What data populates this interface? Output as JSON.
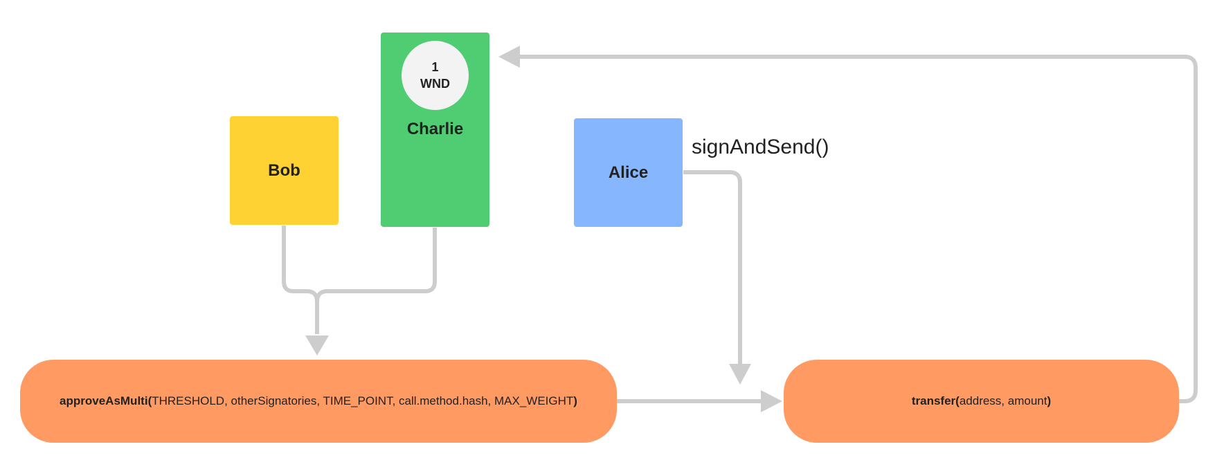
{
  "colors": {
    "bob": "#fed233",
    "charlie": "#50cc72",
    "alice": "#86b6fd",
    "pill": "#ff9a63",
    "token_badge": "#f3f3f3",
    "arrow": "#cdcdcd",
    "text": "#222222"
  },
  "nodes": {
    "bob": {
      "label": "Bob"
    },
    "charlie": {
      "label": "Charlie",
      "token": {
        "amount": "1",
        "unit": "WND"
      }
    },
    "alice": {
      "label": "Alice"
    }
  },
  "calls": {
    "approve": {
      "name": "approveAsMulti",
      "open": "(",
      "args": "THRESHOLD, otherSignatories, TIME_POINT, call.method.hash, MAX_WEIGHT",
      "close": ")"
    },
    "transfer": {
      "name": "transfer",
      "open": "(",
      "args": "address, amount",
      "close": ")"
    }
  },
  "edge_labels": {
    "alice_to_transfer": "signAndSend()"
  },
  "edges": [
    {
      "from": "bob",
      "to": "approveAsMulti"
    },
    {
      "from": "charlie",
      "to": "approveAsMulti"
    },
    {
      "from": "alice",
      "to": "transfer"
    },
    {
      "from": "approveAsMulti",
      "to": "transfer"
    },
    {
      "from": "transfer",
      "to": "charlie"
    }
  ]
}
